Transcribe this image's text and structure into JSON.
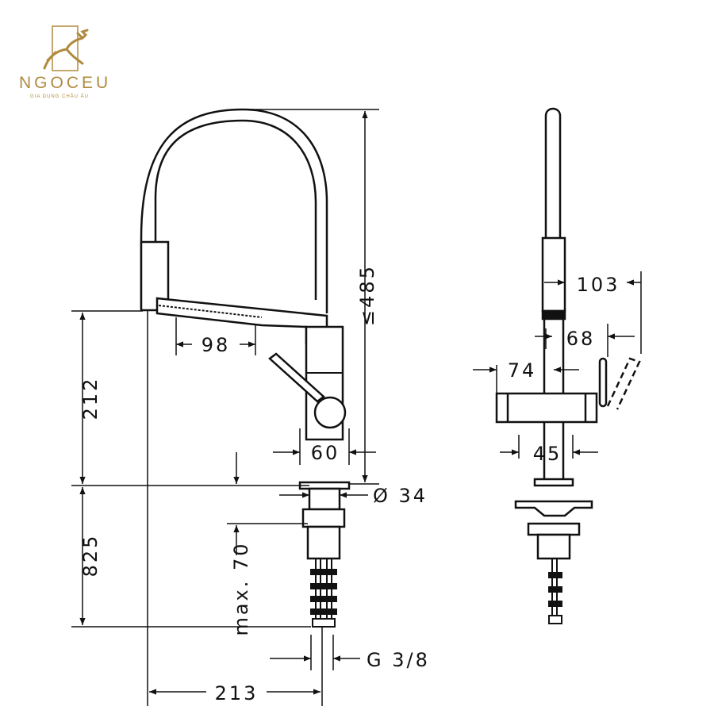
{
  "brand": {
    "name": "NGOCEU",
    "tagline": "GIA DỤNG CHÂU ÂU",
    "color": "#b08a3e"
  },
  "dimensions": {
    "spout_height": "≤485",
    "spout_reach": "98",
    "base_width": "60",
    "hose_diameter": "Ø 34",
    "upper_height": "212",
    "lower_height": "825",
    "max_deck_thickness": "max. 70",
    "thread": "G 3/8",
    "overall_reach": "213",
    "side_103": "103",
    "side_68": "68",
    "side_74": "74",
    "side_45": "45"
  },
  "colors": {
    "line": "#111111",
    "background": "#ffffff"
  }
}
